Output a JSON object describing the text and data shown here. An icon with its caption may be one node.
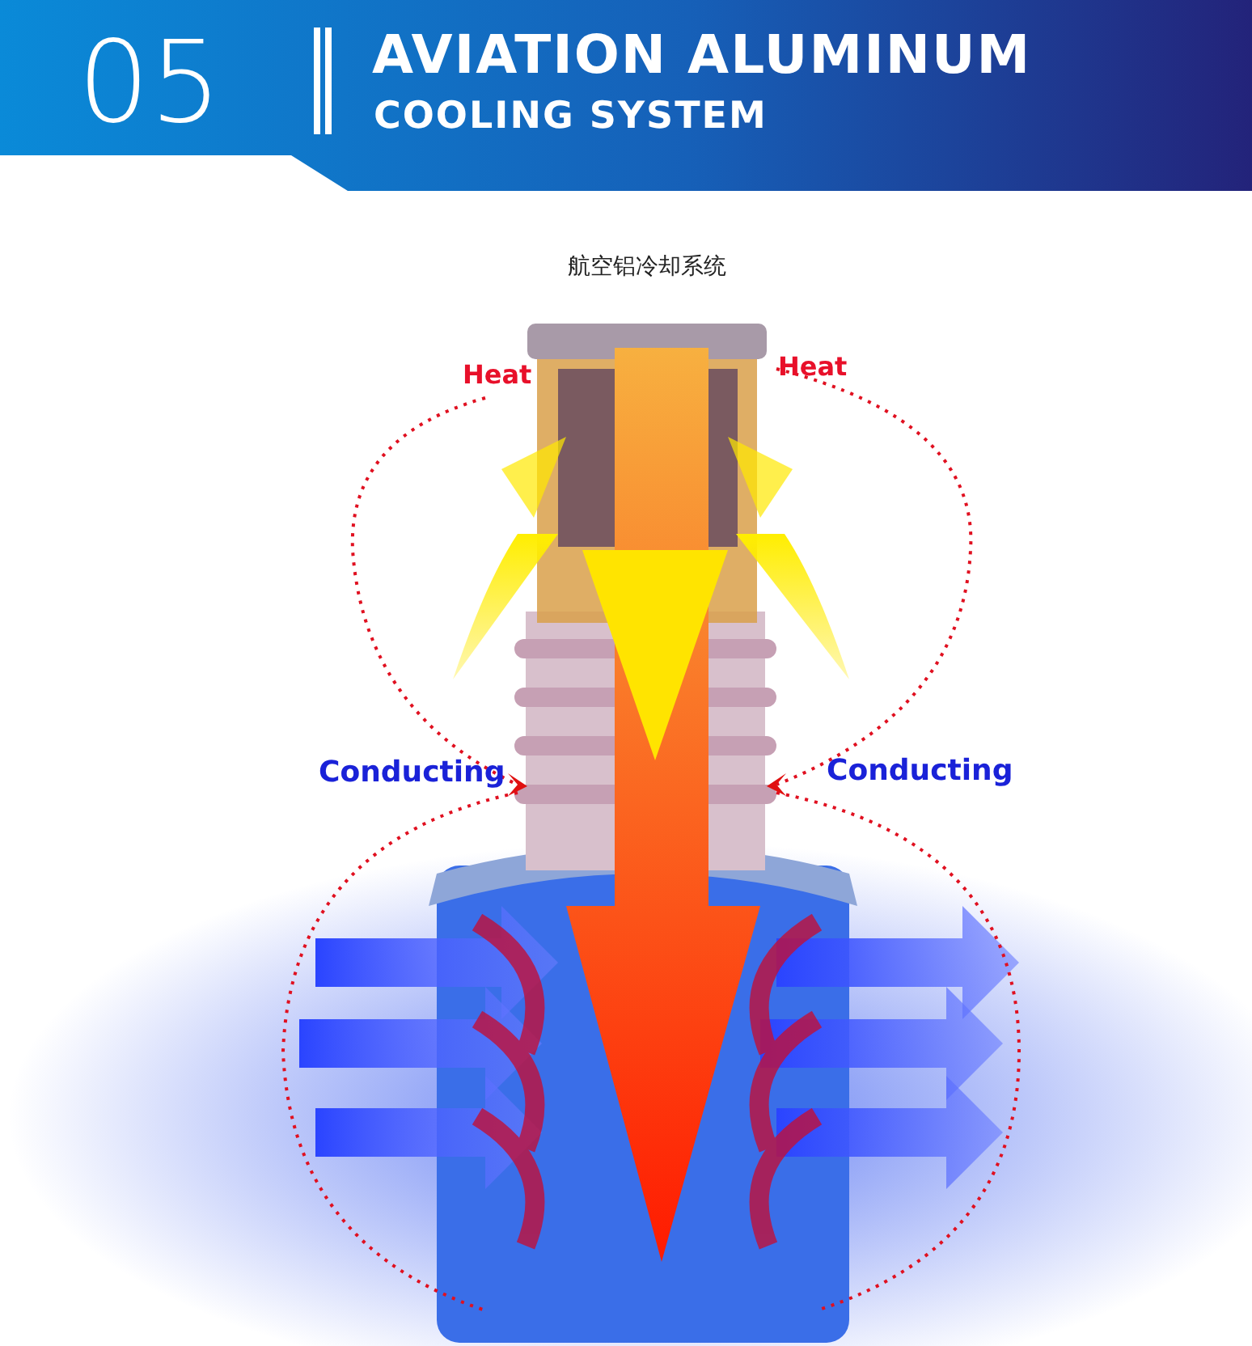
{
  "diagram": {
    "title": "AVIATION ALUMINUM",
    "labels": [
      "05",
      "COOLING SYSTEM",
      "航空铝冷却系统",
      "Heat",
      "Heat",
      "Conducting",
      "Conducting"
    ]
  }
}
